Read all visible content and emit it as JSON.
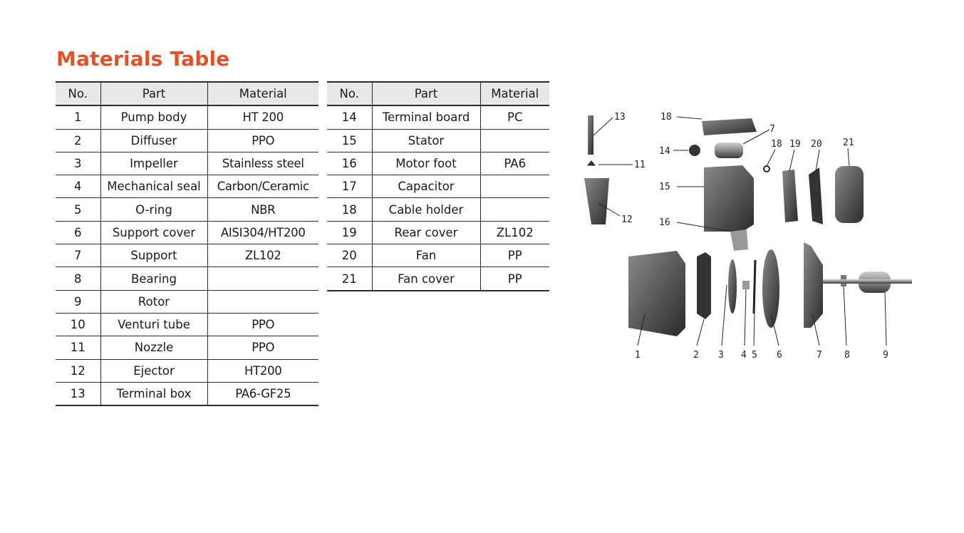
{
  "title": "Materials Table",
  "colors": {
    "title": "#E0522A",
    "header_bg": "#e8e8e8",
    "rule": "#2a2a2a"
  },
  "headers": {
    "no": "No.",
    "part": "Part",
    "material": "Material"
  },
  "left_rows": [
    {
      "no": "1",
      "part": "Pump body",
      "material": "HT 200"
    },
    {
      "no": "2",
      "part": "Diffuser",
      "material": "PPO"
    },
    {
      "no": "3",
      "part": "Impeller",
      "material": "Stainless steel"
    },
    {
      "no": "4",
      "part": "Mechanical seal",
      "material": "Carbon/Ceramic"
    },
    {
      "no": "5",
      "part": "O-ring",
      "material": "NBR"
    },
    {
      "no": "6",
      "part": "Support cover",
      "material": "AISI304/HT200"
    },
    {
      "no": "7",
      "part": "Support",
      "material": "ZL102"
    },
    {
      "no": "8",
      "part": "Bearing",
      "material": ""
    },
    {
      "no": "9",
      "part": "Rotor",
      "material": ""
    },
    {
      "no": "10",
      "part": "Venturi tube",
      "material": "PPO"
    },
    {
      "no": "11",
      "part": "Nozzle",
      "material": "PPO"
    },
    {
      "no": "12",
      "part": "Ejector",
      "material": "HT200"
    },
    {
      "no": "13",
      "part": "Terminal box",
      "material": "PA6-GF25"
    }
  ],
  "right_rows": [
    {
      "no": "14",
      "part": "Terminal board",
      "material": "PC"
    },
    {
      "no": "15",
      "part": "Stator",
      "material": ""
    },
    {
      "no": "16",
      "part": "Motor foot",
      "material": "PA6"
    },
    {
      "no": "17",
      "part": "Capacitor",
      "material": ""
    },
    {
      "no": "18",
      "part": "Cable holder",
      "material": ""
    },
    {
      "no": "19",
      "part": "Rear cover",
      "material": "ZL102"
    },
    {
      "no": "20",
      "part": "Fan",
      "material": "PP"
    },
    {
      "no": "21",
      "part": "Fan cover",
      "material": "PP"
    }
  ],
  "diagram_labels": {
    "l13": "13",
    "l11": "11",
    "l12": "12",
    "l18b": "18",
    "l14": "14",
    "l15": "15",
    "l16": "16",
    "l7top": "7",
    "l18": "18",
    "l19": "19",
    "l20": "20",
    "l21": "21",
    "l1": "1",
    "l2": "2",
    "l3": "3",
    "l4": "4",
    "l5": "5",
    "l6": "6",
    "l7": "7",
    "l8": "8",
    "l9": "9"
  }
}
